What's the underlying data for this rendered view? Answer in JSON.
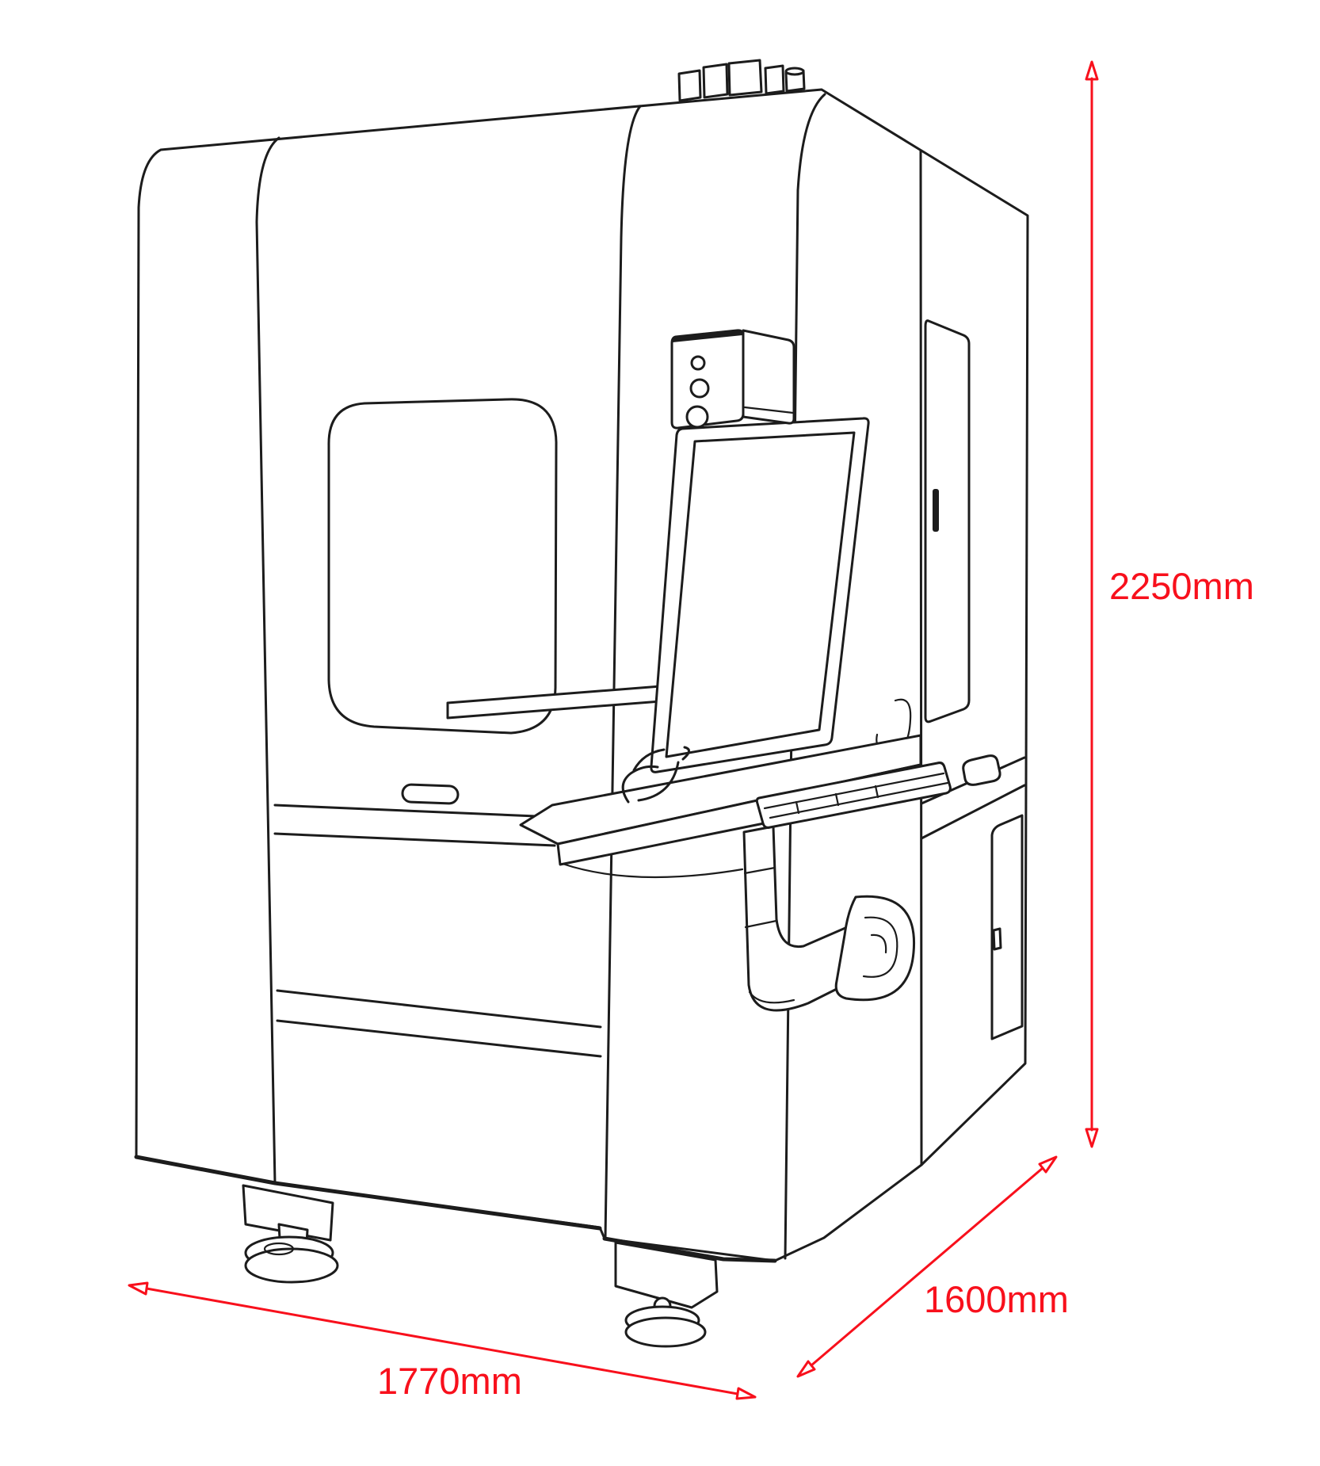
{
  "figure": {
    "type": "technical-dimension-drawing",
    "subject": "machine-enclosure-isometric-line-drawing"
  },
  "dimensions": {
    "height": {
      "label": "2250mm",
      "value": 2250,
      "unit": "mm",
      "orientation": "vertical-right"
    },
    "depth": {
      "label": "1600mm",
      "value": 1600,
      "unit": "mm",
      "orientation": "diagonal-bottom-right"
    },
    "width": {
      "label": "1770mm",
      "value": 1770,
      "unit": "mm",
      "orientation": "diagonal-bottom-left"
    }
  },
  "colors": {
    "dimension_red": "#f8101c",
    "line_ink": "#1c1c1c",
    "background": "#ffffff"
  }
}
